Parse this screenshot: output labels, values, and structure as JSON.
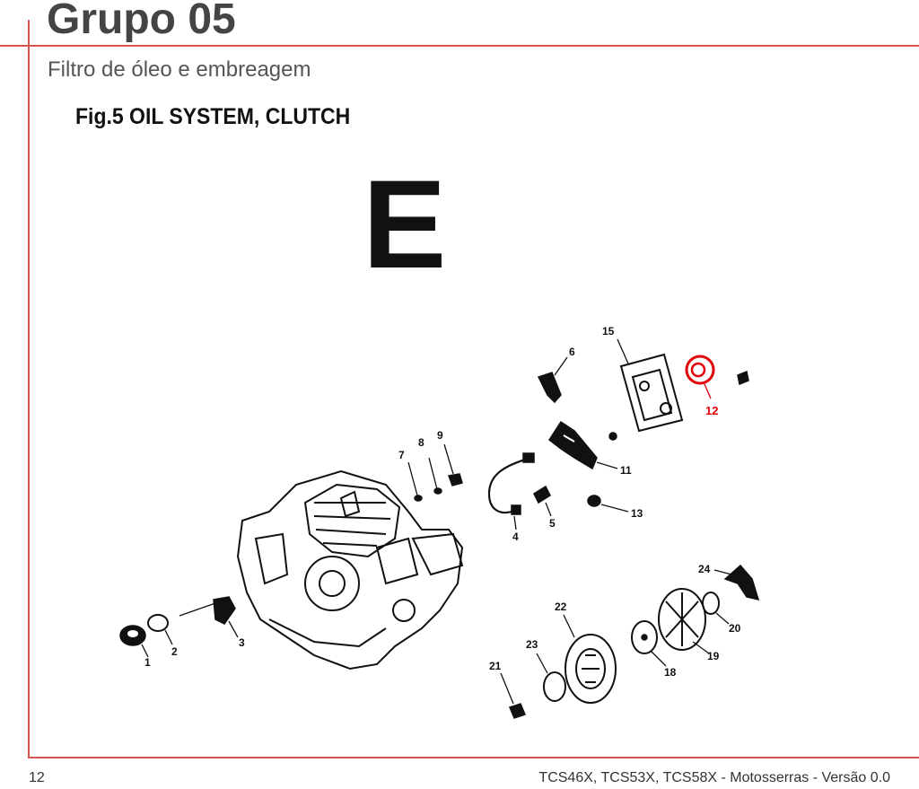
{
  "header": {
    "title": "Grupo 05",
    "subtitle": "Filtro de óleo e embreagem"
  },
  "figure": {
    "caption": "Fig.5 OIL SYSTEM, CLUTCH",
    "section_letter": "E",
    "callouts": [
      "1",
      "2",
      "3",
      "4",
      "5",
      "6",
      "7",
      "8",
      "9",
      "11",
      "12",
      "13",
      "15",
      "18",
      "19",
      "20",
      "21",
      "22",
      "23",
      "24"
    ],
    "highlighted_callout": "12",
    "highlight_color": "#e3000b"
  },
  "footer": {
    "page_number": "12",
    "document_info": "TCS46X, TCS53X, TCS58X - Motosserras - Versão 0.0"
  },
  "colors": {
    "accent_lines": "#d9534f",
    "title_text": "#444444"
  }
}
